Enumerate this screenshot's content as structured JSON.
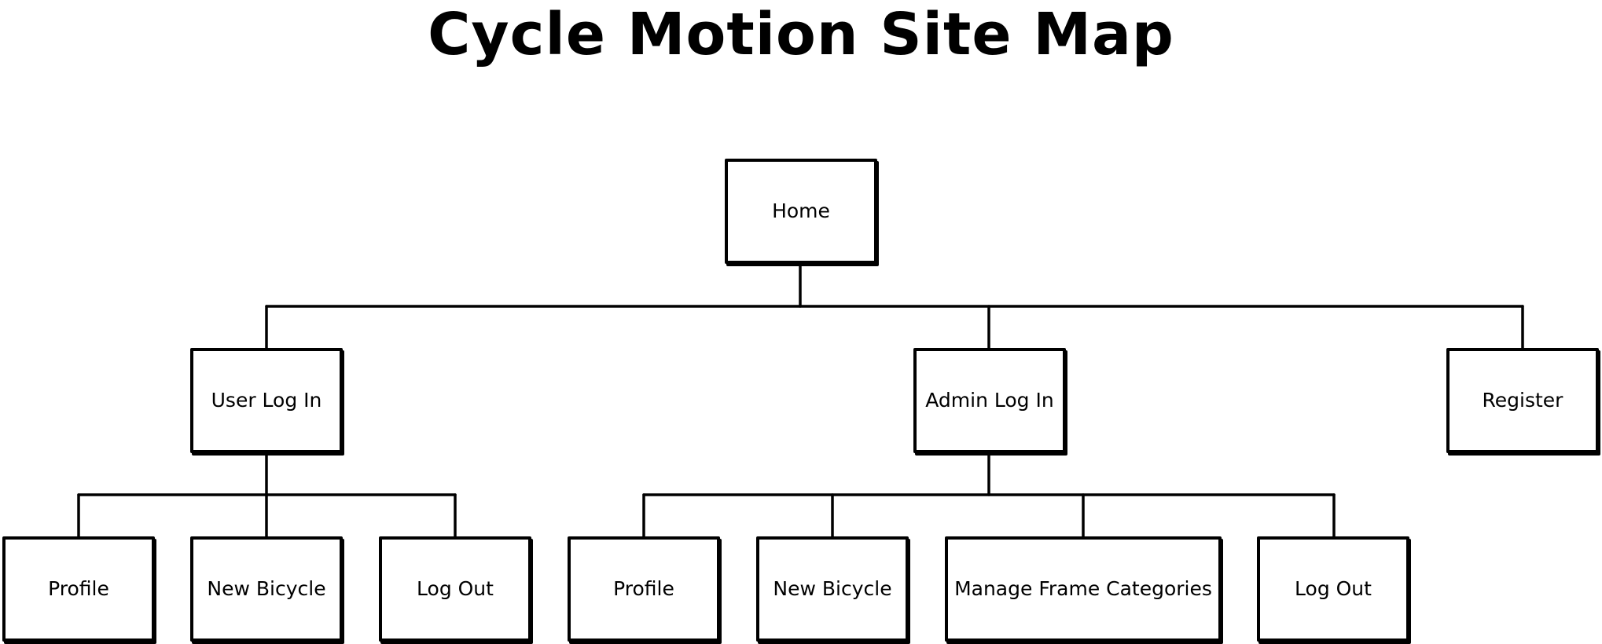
{
  "title": "Cycle Motion Site Map",
  "nodes": {
    "home": "Home",
    "user_log_in": "User Log In",
    "admin_log_in": "Admin Log In",
    "register": "Register",
    "user_children": {
      "profile": "Profile",
      "new_bicycle": "New Bicycle",
      "log_out": "Log Out"
    },
    "admin_children": {
      "profile": "Profile",
      "new_bicycle": "New Bicycle",
      "manage_frame_categories": "Manage Frame Categories",
      "log_out": "Log Out"
    }
  },
  "edges": [
    [
      "Home",
      "User Log In"
    ],
    [
      "Home",
      "Admin Log In"
    ],
    [
      "Home",
      "Register"
    ],
    [
      "User Log In",
      "Profile"
    ],
    [
      "User Log In",
      "New Bicycle"
    ],
    [
      "User Log In",
      "Log Out"
    ],
    [
      "Admin Log In",
      "Profile"
    ],
    [
      "Admin Log In",
      "New Bicycle"
    ],
    [
      "Admin Log In",
      "Manage Frame Categories"
    ],
    [
      "Admin Log In",
      "Log Out"
    ]
  ],
  "colors": {
    "line": "#000000",
    "background": "#ffffff"
  }
}
